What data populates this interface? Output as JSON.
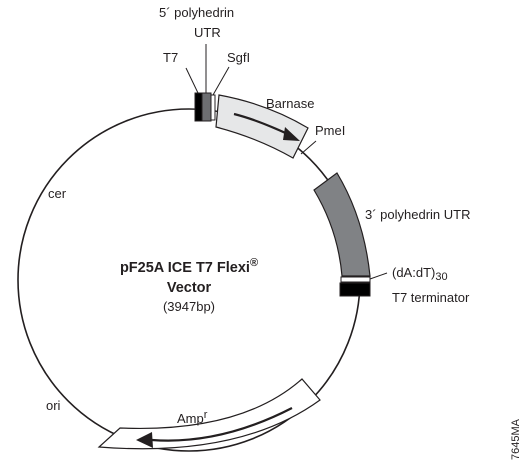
{
  "diagram": {
    "title_line1": "pF25A ICE T7 Flexi",
    "title_reg": "®",
    "title_line2": "Vector",
    "size": "(3947bp)",
    "labels": {
      "polyhedrin5_a": "5´ polyhedrin",
      "polyhedrin5_b": "UTR",
      "t7": "T7",
      "sgfi": "SgfI",
      "barnase": "Barnase",
      "pmei": "PmeI",
      "polyhedrin3": "3´ polyhedrin UTR",
      "dadt": "(dA:dT)",
      "dadt_sub": "30",
      "t7_terminator": "T7 terminator",
      "cer": "cer",
      "ori": "ori",
      "amp": "Amp",
      "amp_sup": "r"
    },
    "catalog_code": "7645MA",
    "colors": {
      "line": "#231f20",
      "gene_fill": "#e6e7e8",
      "utr_fill": "#808285",
      "polyhedrin5_fill": "#6d6e71",
      "promoter_fill": "#000000"
    }
  }
}
